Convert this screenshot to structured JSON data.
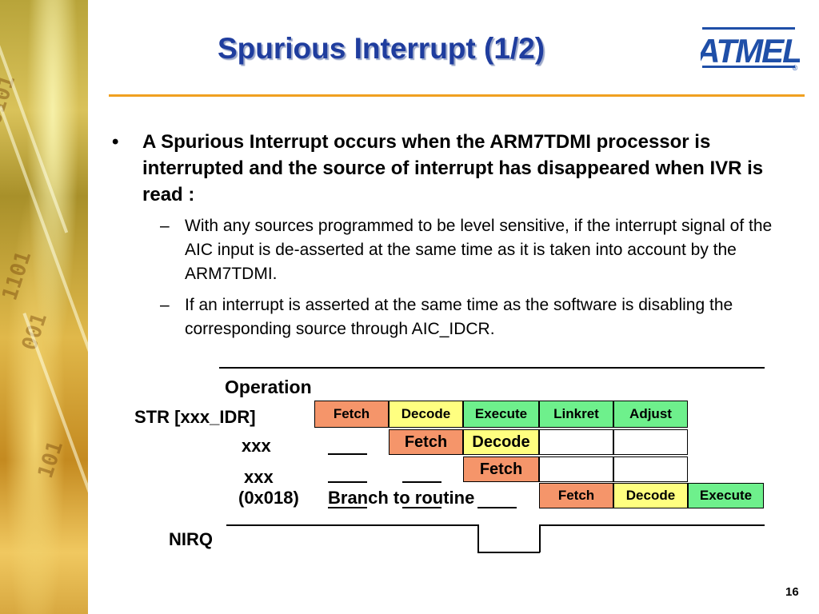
{
  "title": "Spurious Interrupt (1/2)",
  "logo_text": "ATMEL",
  "logo_mark": "®",
  "bullet": {
    "marker": "•",
    "text": "A Spurious Interrupt occurs when the ARM7TDMI processor is interrupted and the source of interrupt has disappeared when IVR is read :"
  },
  "sub_bullets": [
    {
      "marker": "–",
      "text": "With any sources programmed to be level sensitive, if the interrupt signal of the AIC input is de-asserted at the same time as it is taken into account by the ARM7TDMI."
    },
    {
      "marker": "–",
      "text": "If an interrupt is asserted at the same time as the software is disabling the corresponding source through AIC_IDCR."
    }
  ],
  "diagram": {
    "header": "Operation",
    "row_labels": {
      "str": "STR [xxx_IDR]",
      "xxx1": "xxx",
      "xxx2": "xxx",
      "branch_addr": "(0x018)",
      "branch_text": "Branch to routine"
    },
    "row1": [
      "Fetch",
      "Decode",
      "Execute",
      "Linkret",
      "Adjust"
    ],
    "row2": [
      "Fetch",
      "Decode"
    ],
    "row3": [
      "Fetch"
    ],
    "row4": [
      "Fetch",
      "Decode",
      "Execute"
    ],
    "signal_label": "NIRQ"
  },
  "colors": {
    "title": "#1f3d9e",
    "rule": "#f0a020",
    "fetch": "#f5956a",
    "decode": "#ffff80",
    "execute": "#6ef08c"
  },
  "page_number": "16"
}
